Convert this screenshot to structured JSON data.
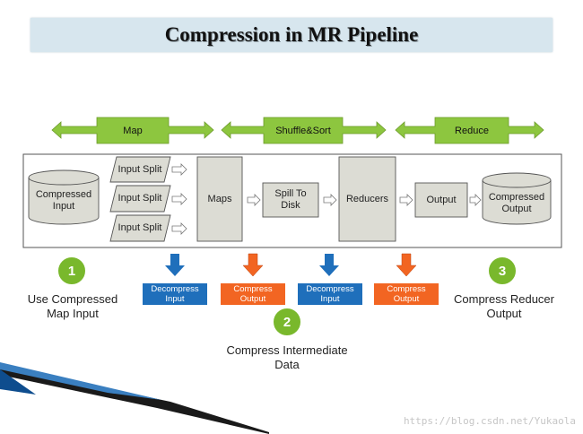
{
  "title": "Compression in MR Pipeline",
  "phases": {
    "map": "Map",
    "shuffle": "Shuffle&Sort",
    "reduce": "Reduce"
  },
  "pipeline": {
    "compressed_input": "Compressed Input",
    "input_splits": [
      "Input Split",
      "Input Split",
      "Input Split"
    ],
    "maps": "Maps",
    "spill": "Spill To Disk",
    "reducers": "Reducers",
    "output": "Output",
    "compressed_output": "Compressed Output"
  },
  "tags": [
    {
      "label": "Decompress Input",
      "kind": "decompress"
    },
    {
      "label": "Compress Output",
      "kind": "compress"
    },
    {
      "label": "Decompress Input",
      "kind": "decompress"
    },
    {
      "label": "Compress Output",
      "kind": "compress"
    }
  ],
  "steps": [
    {
      "number": "1",
      "caption": "Use Compressed Map Input"
    },
    {
      "number": "2",
      "caption": "Compress Intermediate Data"
    },
    {
      "number": "3",
      "caption": "Compress Reducer Output"
    }
  ],
  "colors": {
    "phase_green": "#8dc63f",
    "step_green": "#79b82c",
    "decompress_blue": "#1f6fbb",
    "compress_orange": "#f26522",
    "box_gray": "#dcdcd4"
  },
  "watermark": "https://blog.csdn.net/Yukaola"
}
